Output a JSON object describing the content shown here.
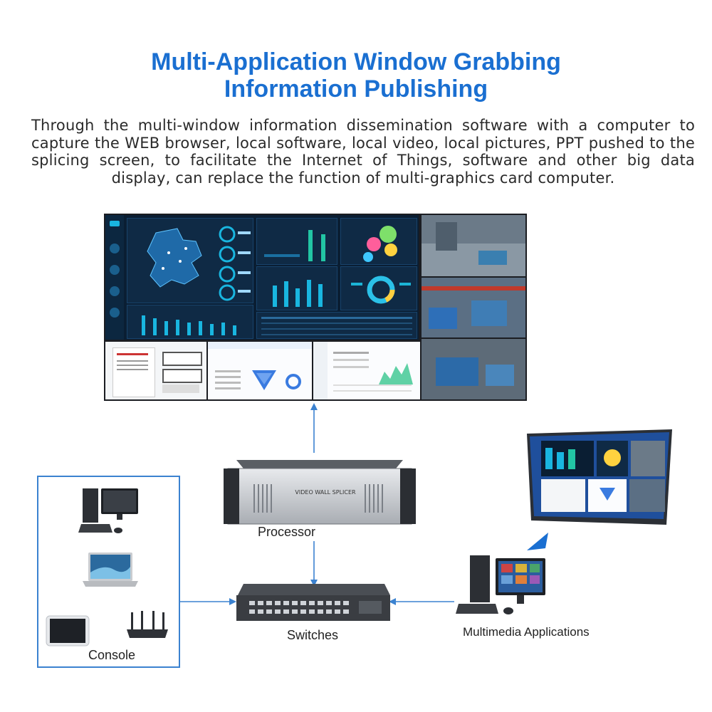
{
  "header": {
    "title_line1": "Multi-Application Window Grabbing",
    "title_line2": "Information Publishing",
    "description": "Through the multi-window information dissemination software with a computer to capture the WEB browser, local software, local video, local pictures, PPT pushed to the splicing screen, to facilitate the Internet of Things, software and other big data display, can replace the function of multi-graphics card computer."
  },
  "nodes": {
    "processor_label": "Processor",
    "processor_device_text": "VIDEO WALL SPLICER",
    "switches_label": "Switches",
    "console_label": "Console",
    "multimedia_label": "Multimedia Applications"
  },
  "colors": {
    "title": "#1a6fd1",
    "arrow": "#3b82d0",
    "console_border": "#3b82d0",
    "dashboard_bg": "#0a1e33",
    "accent_cyan": "#19b6e0"
  },
  "icons": {
    "wall": "video-wall-screen",
    "processor": "rack-processor",
    "switch": "network-switch",
    "desktop": "desktop-computer",
    "laptop": "laptop",
    "tablet": "tablet",
    "router": "wifi-router",
    "monitor": "monitor-screen",
    "workstation": "workstation-computer"
  }
}
